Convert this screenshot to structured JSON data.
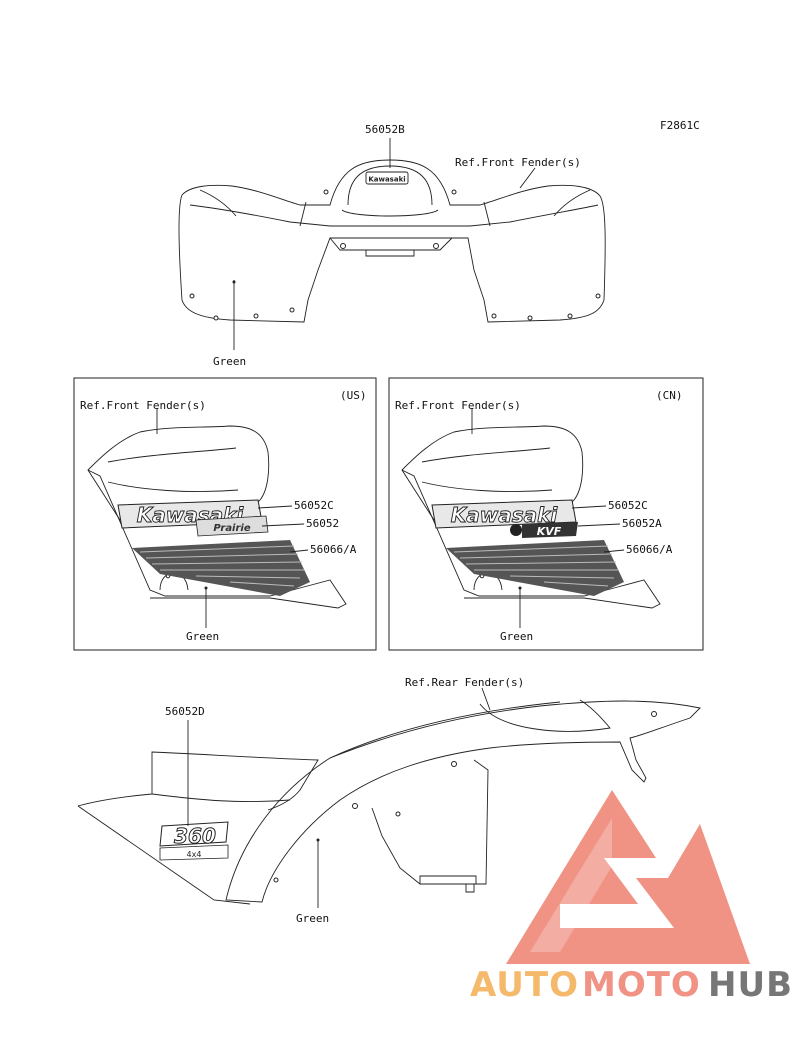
{
  "figure_id": "F2861C",
  "front_view": {
    "part_label": "56052B",
    "ref_label": "Ref.Front Fender(s)",
    "color_label": "Green",
    "emblem_text": "Kawasaki"
  },
  "panel_us": {
    "region": "(US)",
    "ref_label": "Ref.Front Fender(s)",
    "parts": [
      "56052C",
      "56052",
      "56066/A"
    ],
    "color_label": "Green",
    "decal_text": "Kawasaki",
    "model_text": "Prairie"
  },
  "panel_cn": {
    "region": "(CN)",
    "ref_label": "Ref.Front Fender(s)",
    "parts": [
      "56052C",
      "56052A",
      "56066/A"
    ],
    "color_label": "Green",
    "decal_text": "Kawasaki",
    "model_text": "KVF"
  },
  "rear_view": {
    "part_label": "56052D",
    "ref_label": "Ref.Rear Fender(s)",
    "color_label": "Green",
    "badge_number": "360",
    "badge_text": "4x4"
  },
  "watermark": {
    "text_1": "AUTO",
    "text_2": "MOTO",
    "text_3": "HUB",
    "color_1": "#f5b45f",
    "color_2": "#ef8a7b",
    "color_3": "#6b6b6b",
    "logo_color": "#ef8a7b"
  }
}
